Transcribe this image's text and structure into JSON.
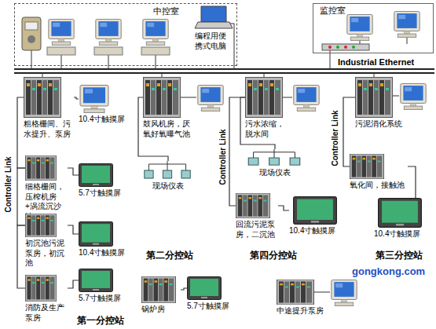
{
  "diagram": {
    "nodes": [
      {
        "text": [
          "中控室"
        ]
      },
      {
        "text": [
          "监控室"
        ]
      },
      {
        "text": [
          "粗格栅间、污水提升、泵房"
        ]
      },
      {
        "text": [
          "10.4寸触摸屏"
        ]
      },
      {
        "text": [
          "细格栅间，压榨机房+涡流沉沙池"
        ]
      },
      {
        "text": [
          "5.7寸触摸屏"
        ]
      },
      {
        "text": [
          "初沉池污泥泵房，初沉池"
        ]
      },
      {
        "text": [
          "10.4寸触摸屏"
        ]
      },
      {
        "text": [
          "消防及生产泵房"
        ]
      },
      {
        "text": [
          "5.7寸触摸屏"
        ]
      },
      {
        "text": [
          "鼓风机房，厌氧好氧曝气池"
        ]
      },
      {
        "text": [
          "现场仪表"
        ]
      },
      {
        "text": [
          "锅炉房"
        ]
      },
      {
        "text": [
          "5.7寸触摸屏"
        ]
      },
      {
        "text": [
          "污水浓缩，脱水间"
        ]
      },
      {
        "text": [
          "现场仪表"
        ]
      },
      {
        "text": [
          "回流污泥泵房，二沉池"
        ]
      },
      {
        "text": [
          "10.4寸触摸屏"
        ]
      },
      {
        "text": [
          "污泥消化系统"
        ]
      },
      {
        "text": [
          "氧化间，接触池"
        ]
      },
      {
        "text": [
          "10.4寸触摸屏"
        ]
      },
      {
        "text": [
          "中途提升泵房"
        ]
      }
    ],
    "edges": [
      {
        "from": 2,
        "to": 3,
        "arrow": "none"
      },
      {
        "from": 2,
        "to": 4,
        "arrow": "none"
      },
      {
        "from": 4,
        "to": 5,
        "arrow": "none"
      },
      {
        "from": 4,
        "to": 6,
        "arrow": "none"
      },
      {
        "from": 6,
        "to": 7,
        "arrow": "none"
      },
      {
        "from": 6,
        "to": 8,
        "arrow": "none"
      },
      {
        "from": 8,
        "to": 9,
        "arrow": "none"
      },
      {
        "from": 10,
        "to": 11,
        "arrow": "none"
      },
      {
        "from": 12,
        "to": 13,
        "arrow": "none"
      },
      {
        "from": 14,
        "to": 15,
        "arrow": "none"
      },
      {
        "from": 14,
        "to": 16,
        "arrow": "none"
      },
      {
        "from": 16,
        "to": 17,
        "arrow": "none"
      },
      {
        "from": 18,
        "to": 19,
        "arrow": "none"
      },
      {
        "from": 19,
        "to": 20,
        "arrow": "none"
      }
    ],
    "labels": [
      "Industrial Ethernet",
      "编程用便携式电脑",
      "第一分控站",
      "第二分控站",
      "第四分控站",
      "第三分控站",
      "Controller Link",
      "Controller Link",
      "Controller Link",
      "gongkong.com"
    ]
  }
}
